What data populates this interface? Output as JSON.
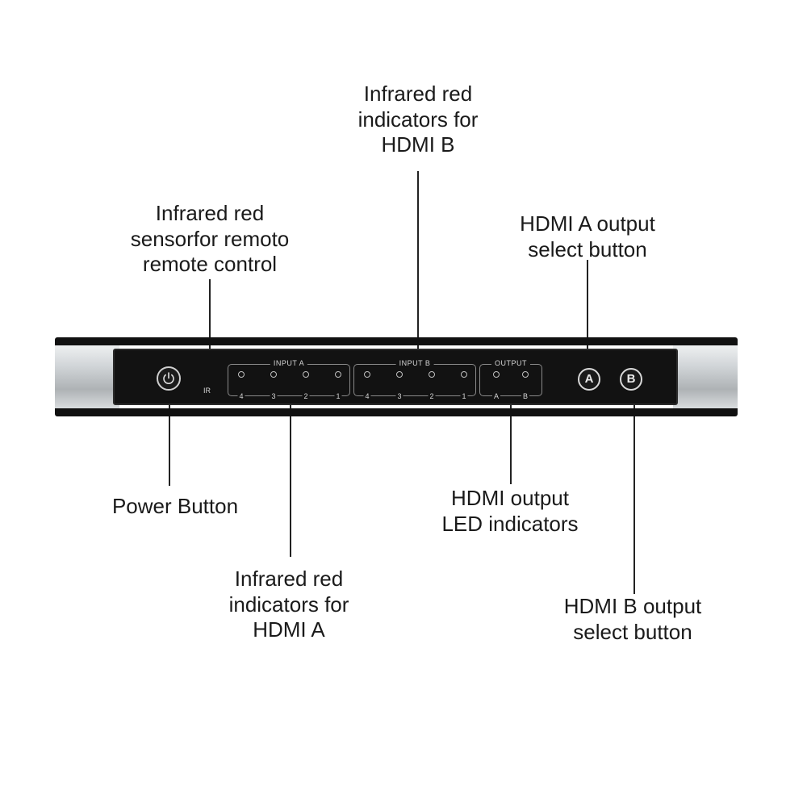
{
  "callouts": {
    "ir_b": {
      "lines": [
        "Infrared red",
        "indicators for",
        "HDMI B"
      ]
    },
    "ir_sensor": {
      "lines": [
        "Infrared red",
        "sensorfor remoto",
        "remote control"
      ]
    },
    "out_a": {
      "lines": [
        "HDMI A output",
        "select button"
      ]
    },
    "power": {
      "lines": [
        "Power Button"
      ]
    },
    "out_led": {
      "lines": [
        "HDMI output",
        "LED indicators"
      ]
    },
    "ir_a": {
      "lines": [
        "Infrared red",
        "indicators for",
        "HDMI A"
      ]
    },
    "out_b": {
      "lines": [
        "HDMI B output",
        "select button"
      ]
    }
  },
  "panel": {
    "ir_label": "IR",
    "input_a": {
      "title": "INPUT A",
      "labels": [
        "4",
        "3",
        "2",
        "1"
      ]
    },
    "input_b": {
      "title": "INPUT B",
      "labels": [
        "4",
        "3",
        "2",
        "1"
      ]
    },
    "output": {
      "title": "OUTPUT",
      "labels": [
        "A",
        "B"
      ]
    },
    "button_a": "A",
    "button_b": "B"
  },
  "icons": {
    "power": "power-icon"
  }
}
